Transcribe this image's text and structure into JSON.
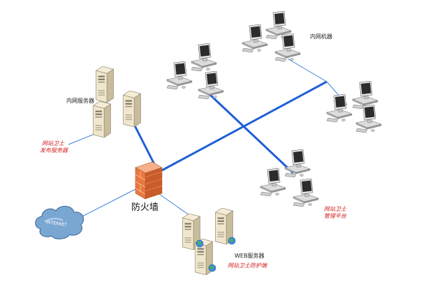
{
  "labels": {
    "intranet_server": "内网服务器",
    "publish_server": [
      "网站卫士",
      "发布服务器"
    ],
    "intranet_machine": "内网机器",
    "firewall": "防火墙",
    "internet": "INTERNET",
    "web_server": "WEB服务器",
    "admin_platform": [
      "网站卫士",
      "管理平台"
    ],
    "web_guard": "网站卫士防护端"
  },
  "colors": {
    "backbone": "#1f5fd6",
    "thin_link": "#3b7fd9",
    "red_text": "#d42020",
    "cloud": "#6f9fcd",
    "firewall": "#e87840"
  }
}
